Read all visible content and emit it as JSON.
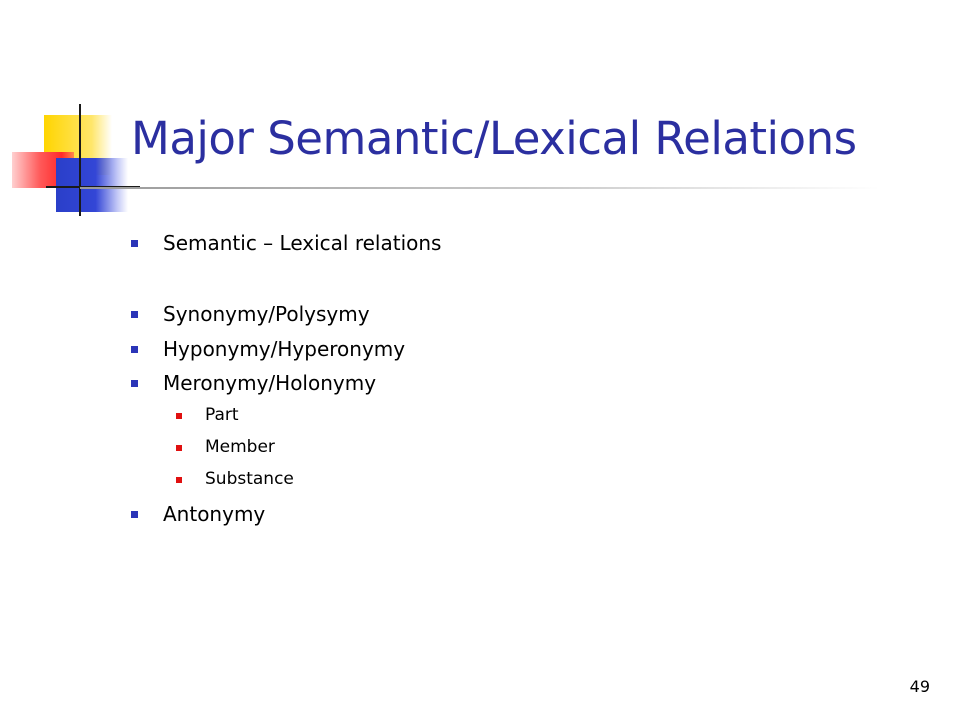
{
  "slide": {
    "title": "Major Semantic/Lexical Relations",
    "bullets": [
      {
        "text": "Semantic – Lexical relations",
        "level": 1
      },
      {
        "text": "Synonymy/Polysymy",
        "level": 1
      },
      {
        "text": "Hyponymy/Hyperonymy",
        "level": 1
      },
      {
        "text": "Meronymy/Holonymy",
        "level": 1
      },
      {
        "text": "Part",
        "level": 2
      },
      {
        "text": "Member",
        "level": 2
      },
      {
        "text": "Substance",
        "level": 2
      },
      {
        "text": "Antonymy",
        "level": 1
      }
    ],
    "page_number": "49"
  },
  "colors": {
    "title": "#2b2fa0",
    "bullet_level1": "#2b35b8",
    "bullet_level2": "#e01010"
  }
}
